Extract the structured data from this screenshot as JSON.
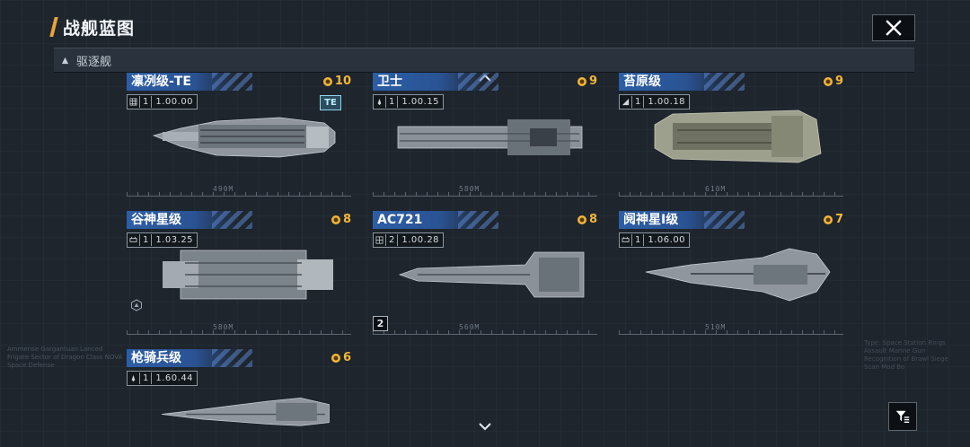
{
  "header": {
    "title": "战舰蓝图"
  },
  "category": {
    "label": "驱逐舰"
  },
  "ships": [
    {
      "name": "凛冽级-TE",
      "cost": "10",
      "tier": "1",
      "version": "1.00.00",
      "length": "490M",
      "badge": "TE"
    },
    {
      "name": "卫士",
      "cost": "9",
      "tier": "1",
      "version": "1.00.15",
      "length": "580M"
    },
    {
      "name": "苔原级",
      "cost": "9",
      "tier": "1",
      "version": "1.00.18",
      "length": "610M"
    },
    {
      "name": "谷神星级",
      "cost": "8",
      "tier": "1",
      "version": "1.03.25",
      "length": "580M"
    },
    {
      "name": "AC721",
      "cost": "8",
      "tier": "2",
      "version": "1.00.28",
      "length": "560M",
      "corner_badge": "2"
    },
    {
      "name": "阋神星Ⅰ级",
      "cost": "7",
      "tier": "1",
      "version": "1.06.00",
      "length": "510M"
    },
    {
      "name": "枪骑兵级",
      "cost": "6",
      "tier": "1",
      "version": "1.60.44",
      "length": ""
    }
  ],
  "colors": {
    "accent": "#e8a33a",
    "name_tag": "#2c5ea6",
    "cost": "#f3b63a",
    "te_badge": "#8fd6f0"
  },
  "icons": {
    "close": "close-icon",
    "filter": "filter-icon",
    "scroll_up": "chevron-up-icon",
    "scroll_down": "chevron-down-icon",
    "coin": "coin-icon"
  },
  "background_text": {
    "left": "Ammense Gargantuan Lanced Frigate Sector of Dragon Class NOVA Space Defense",
    "right": "Type: Space Station Rings Assault Marine Gun Recognition of Brawl Siege Scan Mod Bo"
  }
}
